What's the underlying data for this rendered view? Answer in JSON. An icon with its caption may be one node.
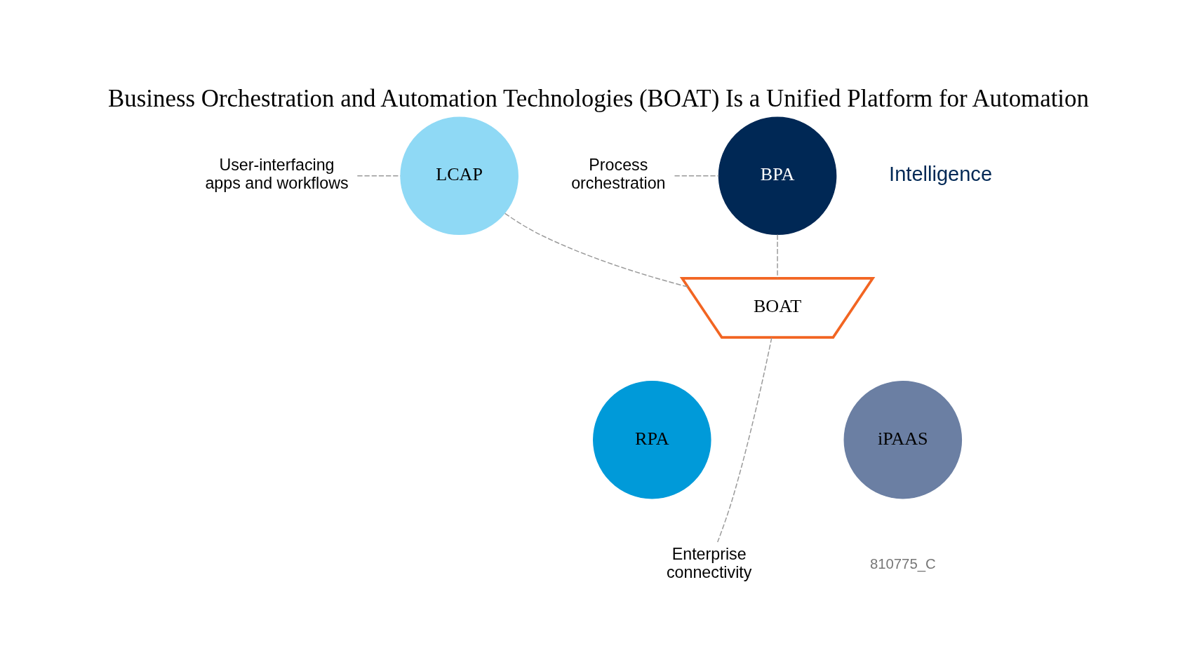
{
  "diagram": {
    "title": "Business Orchestration and Automation Technologies (BOAT) Is a Unified Platform for Automation",
    "nodes": [
      {
        "text": [
          "User-interfacing apps and workflows"
        ]
      },
      {
        "text": [
          "LCAP"
        ]
      },
      {
        "text": [
          "BOAT"
        ]
      },
      {
        "text": [
          "BPA"
        ]
      },
      {
        "text": [
          "Process orchestration"
        ]
      },
      {
        "text": [
          "RPA"
        ]
      },
      {
        "text": [
          "iPAAS"
        ]
      },
      {
        "text": [
          "Enterprise connectivity"
        ]
      }
    ],
    "edges": [
      {
        "from": 0,
        "to": 1,
        "arrow": "none",
        "style": "dashed"
      },
      {
        "from": 1,
        "to": 2,
        "arrow": "none",
        "style": "dashed"
      },
      {
        "from": 3,
        "to": 2,
        "arrow": "none",
        "style": "dashed"
      },
      {
        "from": 4,
        "to": 3,
        "arrow": "none",
        "style": "dashed"
      },
      {
        "from": 2,
        "to": 7,
        "arrow": "none",
        "style": "dashed"
      }
    ],
    "labels": [
      "Intelligence",
      "810775_C"
    ]
  }
}
